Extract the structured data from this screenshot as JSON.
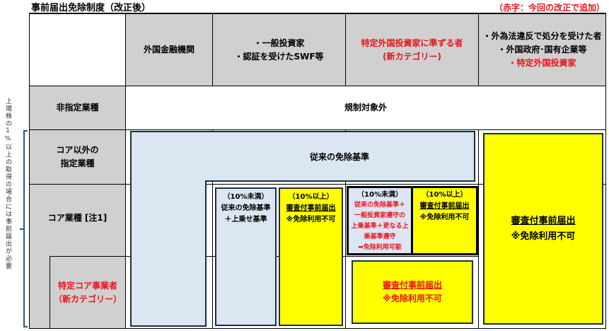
{
  "title": "事前届出免除制度（改正後）",
  "note": "（赤字：今回の改正で追加）",
  "side_note": "上場株の1%以上の取得の場合には事前届出が必要",
  "columns": [
    "外国金融機関",
    "・一般投資家",
    "・認証を受けたSWF等",
    "特定外国投資家に準ずる者",
    "(新カテゴリー)",
    "・外為法違反で処分を受けた者",
    "・外国政府･国有企業等",
    "・特定外国投資家"
  ],
  "rows": {
    "non_designated": "非指定業種",
    "non_core_1": "コア以外の",
    "non_core_2": "指定業種",
    "core": "コア業種 [注1]",
    "special_core_1": "特定コア事業者",
    "special_core_2": "（新カテゴリー）"
  },
  "not_regulated": "規制対象外",
  "conventional": "従来の免除基準",
  "boxes": {
    "a_head": "（10%未満）",
    "a_1": "従来の免除基準",
    "a_2": "＋上乗せ基準",
    "b_head": "（10%以上）",
    "b_1": "審査付事前届出",
    "b_2": "※免除利用不可",
    "c_head": "（10%未満）",
    "c_1": "従来の免除基準＋",
    "c_2": "一般投資家遵守の",
    "c_3": "上乗基準＋更なる上",
    "c_4": "乗基準遵守",
    "c_5": "➡免除利用可能",
    "d_head": "（10%以上）",
    "d_1": "審査付事前届出",
    "d_2": "※免除利用不可",
    "e_1": "審査付事前届出",
    "e_2": "※免除利用不可",
    "f_1": "審査付事前届出",
    "f_2": "※免除利用不可"
  }
}
